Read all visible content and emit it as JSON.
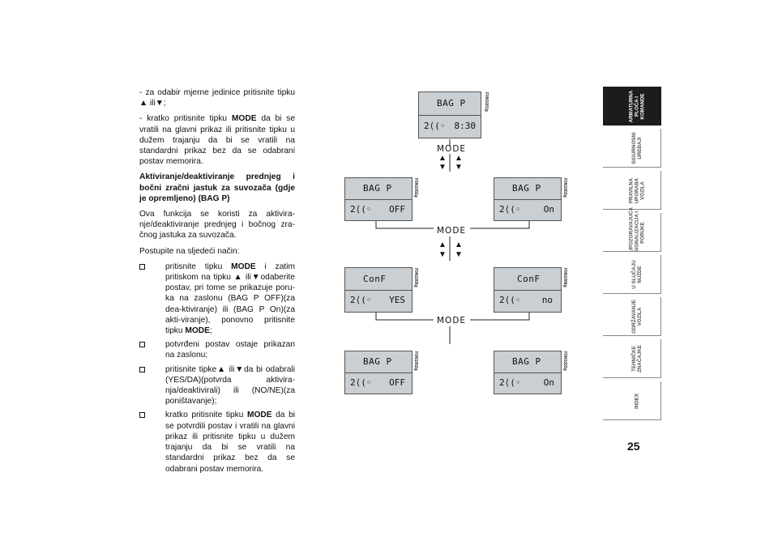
{
  "intro": {
    "line1": "- za odabir mjerne jedinice pritisnite tipku ▲ ili▼;",
    "line2_pre": "- kratko pritisnite tipku ",
    "line2_bold": "MODE",
    "line2_post": " da bi se vratili na glavni prikaz ili pritisnite tipku u dužem trajanju da bi se vratili na standardni prikaz bez da se odabrani postav memorira."
  },
  "section_heading": "Aktiviranje/deaktiviranje prednjeg i bočni zračni jastuk za suvozača (gdje je opremljeno) (BAG P)",
  "section_body": "Ova funkcija se koristi za aktivira-nje/deaktiviranje prednjeg i bočnog zra-čnog jastuka za suvozača.",
  "procedure_intro": "Postupite na sljedeći način:",
  "steps": [
    {
      "pre": "pritisnite tipku ",
      "bold": "MODE",
      "post": " i zatim pritiskom na tipku ▲ ili▼odaberite postav, pri tome se prikazuje poru-ka na zaslonu (BAG P OFF)(za dea-ktiviranje) ili (BAG P On)(za akti-viranje), ponovno pritisnite tipku ",
      "bold2": "MODE",
      "post2": ";"
    },
    {
      "pre": "potvrđeni postav ostaje prikazan na zaslonu;",
      "bold": "",
      "post": "",
      "bold2": "",
      "post2": ""
    },
    {
      "pre": "pritisnite tipke▲ ili▼da bi odabrali (YES/DA)(potvrda aktivira-nja/deaktivirali) ili (NO/NE)(za poništavanje);",
      "bold": "",
      "post": "",
      "bold2": "",
      "post2": ""
    },
    {
      "pre": "kratko pritisnite tipku ",
      "bold": "MODE",
      "post": " da bi se potvrdili postav i vratili na glavni prikaz ili pritisnite tipku u dužem trajanju da bi se vratili na standardni prikaz bez da se odabrani postav memorira.",
      "bold2": "",
      "post2": ""
    }
  ],
  "diagram": {
    "mode_label": "MODE",
    "seat_symbol": "2⟨(◦",
    "up_arrow": "▲",
    "down_arrow": "▼",
    "displays": {
      "top": {
        "line1": "BAG P",
        "line2": "8:30",
        "code": "F0N1001g"
      },
      "row1_left": {
        "line1": "BAG P",
        "line2": "OFF",
        "code": "F0N1002g"
      },
      "row1_right": {
        "line1": "BAG P",
        "line2": "On",
        "code": "F0N1003g"
      },
      "row2_left": {
        "line1": "ConF",
        "line2": "YES",
        "code": "F0N1005g"
      },
      "row2_right": {
        "line1": "ConF",
        "line2": "no",
        "code": "F0N1006g"
      },
      "row3_left": {
        "line1": "BAG P",
        "line2": "OFF",
        "code": "F0N1002g"
      },
      "row3_right": {
        "line1": "BAG P",
        "line2": "On",
        "code": "F0N1003g"
      }
    }
  },
  "tabs": [
    {
      "label": "ARMATURNA\nPLOČA I\nKOMANDE",
      "active": true
    },
    {
      "label": "SIGURNOSNI\nUREĐAJI",
      "active": false
    },
    {
      "label": "PRAVILNA\nUPORABA\nVOZILA",
      "active": false
    },
    {
      "label": "UPOZORAVAJUĆA\nSIGNALIZACIJA I\nPORUKE",
      "active": false
    },
    {
      "label": "U SLUČAJU\nNUŽDE",
      "active": false
    },
    {
      "label": "ODRŽAVANJE\nVOZILA",
      "active": false
    },
    {
      "label": "TEHNIČKE\nZNAČAJKE",
      "active": false
    },
    {
      "label": "INDEX",
      "active": false
    }
  ],
  "page_number": "25",
  "colors": {
    "lcd_bg": "#c9cfd3",
    "active_tab": "#1c1c1c"
  }
}
